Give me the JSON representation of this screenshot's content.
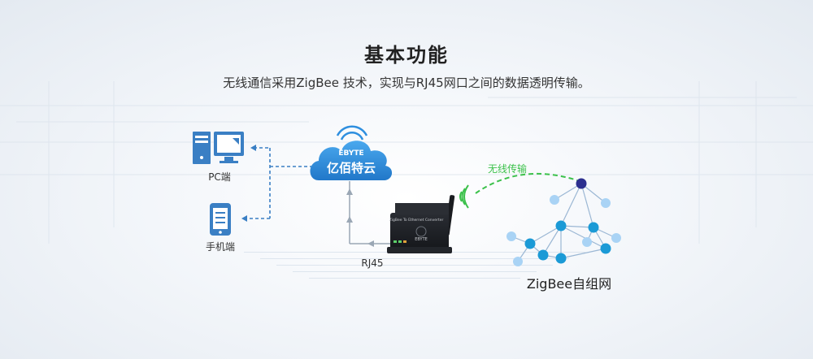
{
  "header": {
    "title": "基本功能",
    "subtitle": "无线通信采用ZigBee 技术，实现与RJ45网口之间的数据透明传输。"
  },
  "devices": {
    "pc_label": "PC端",
    "phone_label": "手机端"
  },
  "cloud": {
    "brand": "EBYTE",
    "name": "亿佰特云"
  },
  "gateway": {
    "port_label": "RJ45",
    "front_title": "ZigBee To Ethernet Converter",
    "front_brand": "EBYTE"
  },
  "wireless": {
    "label": "无线传输"
  },
  "network": {
    "label": "ZigBee自组网"
  },
  "colors": {
    "accent_blue": "#3a7fc4",
    "cloud_blue": "#2f8fdf",
    "wireless_green": "#3cc14b",
    "node_teal": "#1b9ad6",
    "node_light": "#a9d3f5",
    "node_coordinator": "#2c2f8f"
  }
}
